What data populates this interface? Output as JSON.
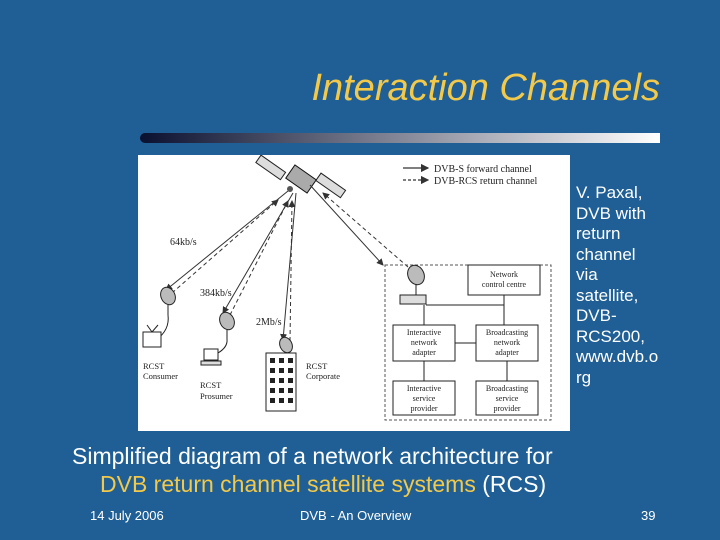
{
  "slide": {
    "title": "Interaction Channels",
    "caption": "V. Paxal,\nDVB with\nreturn\nchannel\nvia\nsatellite,\nDVB-\nRCS200,\nwww.dvb.o\nrg",
    "body_part1": "Simplified diagram of a network architecture for",
    "body_part2_accent": "DVB return channel satellite systems",
    "body_part3": " (RCS)",
    "footer": {
      "date": "14 July 2006",
      "center": "DVB - An Overview",
      "page": "39"
    }
  },
  "diagram": {
    "legend": {
      "forward": "DVB-S forward channel",
      "return": "DVB-RCS return channel"
    },
    "rates": {
      "r1": "64kb/s",
      "r2": "384kb/s",
      "r3": "2Mb/s"
    },
    "terminals": {
      "consumer_1": "RCST",
      "consumer_2": "Consumer",
      "prosumer_1": "RCST",
      "prosumer_2": "Prosumer",
      "corporate_1": "RCST",
      "corporate_2": "Corporate"
    },
    "boxes": {
      "ncc_1": "Network",
      "ncc_2": "control centre",
      "ina_1": "Interactive",
      "ina_2": "network",
      "ina_3": "adapter",
      "bna_1": "Broadcasting",
      "bna_2": "network",
      "bna_3": "adapter",
      "isp_1": "Interactive",
      "isp_2": "service",
      "isp_3": "provider",
      "bsp_1": "Broadcasting",
      "bsp_2": "service",
      "bsp_3": "provider"
    }
  },
  "colors": {
    "background": "#1f5f95",
    "title": "#f2c94a",
    "accent": "#f2c94a",
    "text": "#ffffff"
  }
}
